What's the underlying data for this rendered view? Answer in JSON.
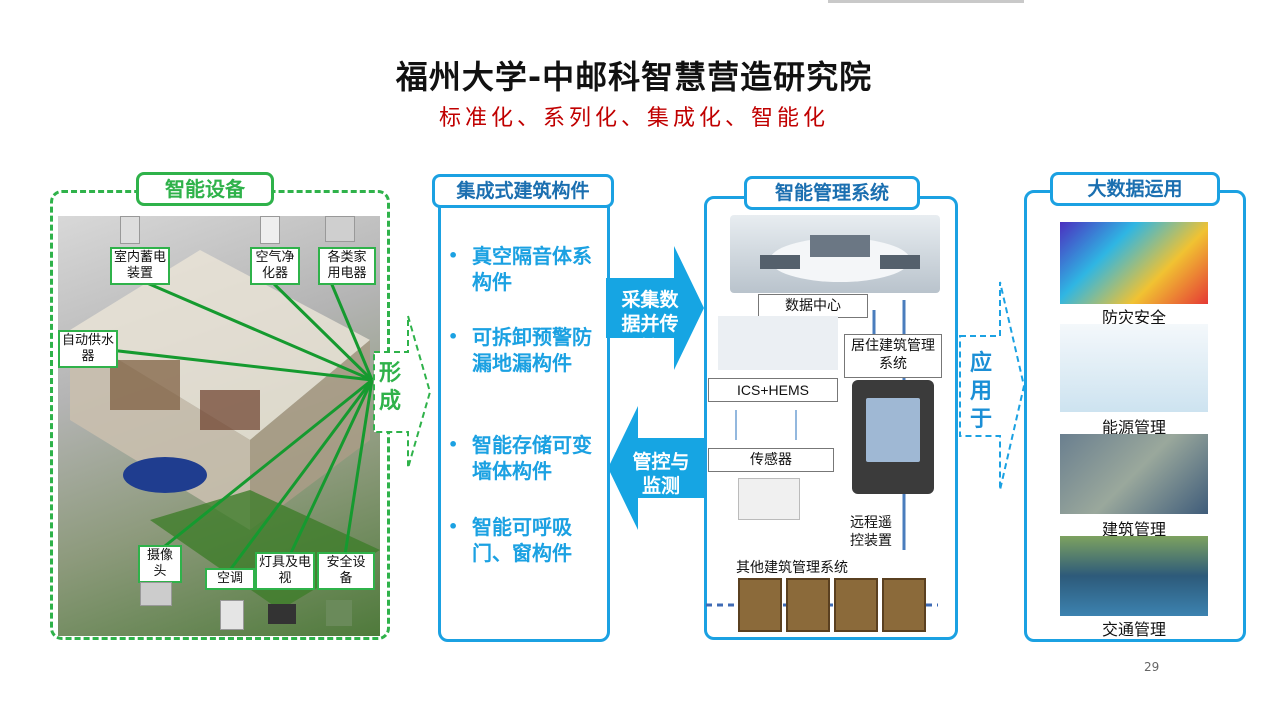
{
  "header": {
    "title": "福州大学-中邮科智慧营造研究院",
    "subtitle": "标准化、系列化、集成化、智能化"
  },
  "smart_devices": {
    "label": "智能设备",
    "callouts": [
      "室内蓄电装置",
      "空气净化器",
      "各类家用电器",
      "自动供水器",
      "摄像头",
      "空调",
      "灯具及电视",
      "安全设备"
    ],
    "form_label": "形成"
  },
  "components": {
    "label": "集成式建筑构件",
    "items": [
      "真空隔音体系构件",
      "可拆卸预警防漏地漏构件",
      "智能存储可变墙体构件",
      "智能可呼吸门、窗构件"
    ]
  },
  "arrows": {
    "collect": "采集数据并传输",
    "control": "管控与监测",
    "apply": "应用于"
  },
  "management": {
    "label": "智能管理系统",
    "data_center": "数据中心",
    "ics_hems": "ICS+HEMS",
    "residential": "居住建筑管理系统",
    "sensor": "传感器",
    "remote": "远程遥控装置",
    "other": "其他建筑管理系统"
  },
  "bigdata": {
    "label": "大数据运用",
    "items": [
      "防灾安全",
      "能源管理",
      "建筑管理",
      "交通管理"
    ]
  },
  "page_number": "29",
  "colors": {
    "green": "#2fb24a",
    "blue": "#1ba1e2",
    "red": "#c00000"
  }
}
